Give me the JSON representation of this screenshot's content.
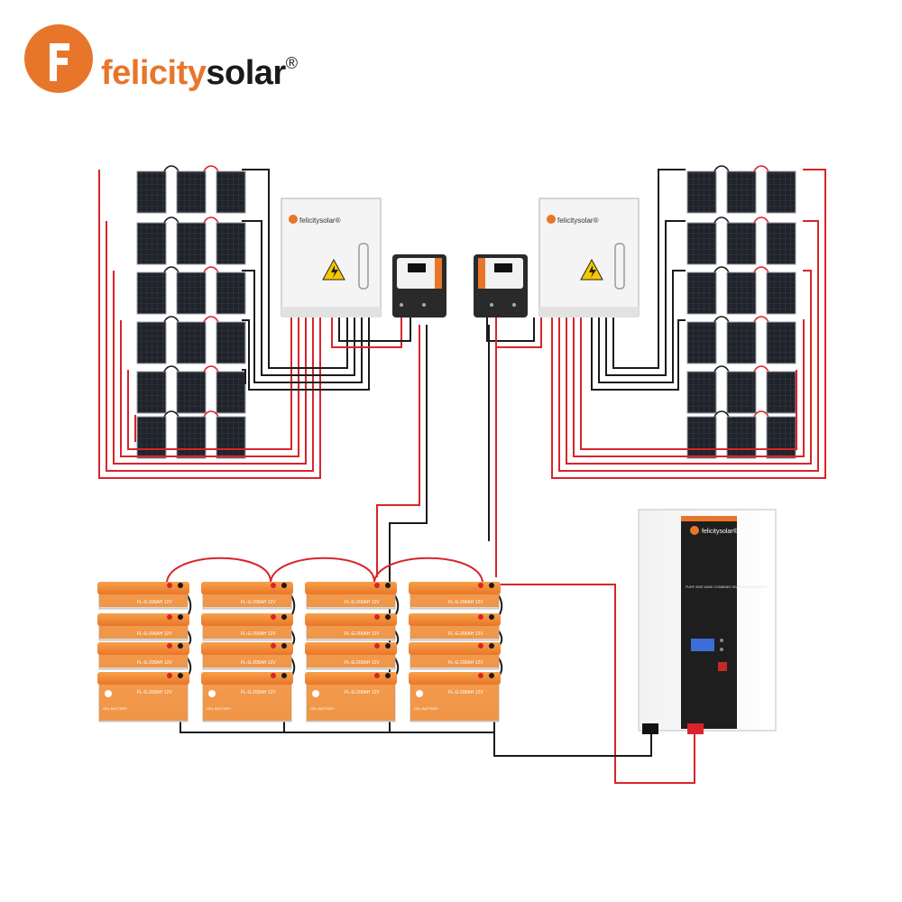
{
  "brand": {
    "name_part1": "felicity",
    "name_part2": "solar",
    "registered": "®",
    "accent_color": "#e8762a"
  },
  "combiner_box": {
    "brand_label": "felicitysolar®",
    "icon": "high-voltage-warning-icon"
  },
  "controller": {
    "icon": "charge-controller-icon"
  },
  "battery": {
    "model_label": "FL-G-200AH 12V",
    "type_label": "GEL BATTERY",
    "color": "#f28a2e"
  },
  "inverter": {
    "brand_label": "felicitysolar®",
    "subtitle": "PURE SINE WAVE COMBINED INVERTER&CHARGER"
  },
  "wire_colors": {
    "positive": "#d9242b",
    "negative": "#1a1a1a"
  },
  "solar_panel_arrays": {
    "left": {
      "rows": 6,
      "cols": 3
    },
    "right": {
      "rows": 6,
      "cols": 3
    }
  },
  "battery_bank": {
    "rows": 4,
    "cols": 4
  }
}
